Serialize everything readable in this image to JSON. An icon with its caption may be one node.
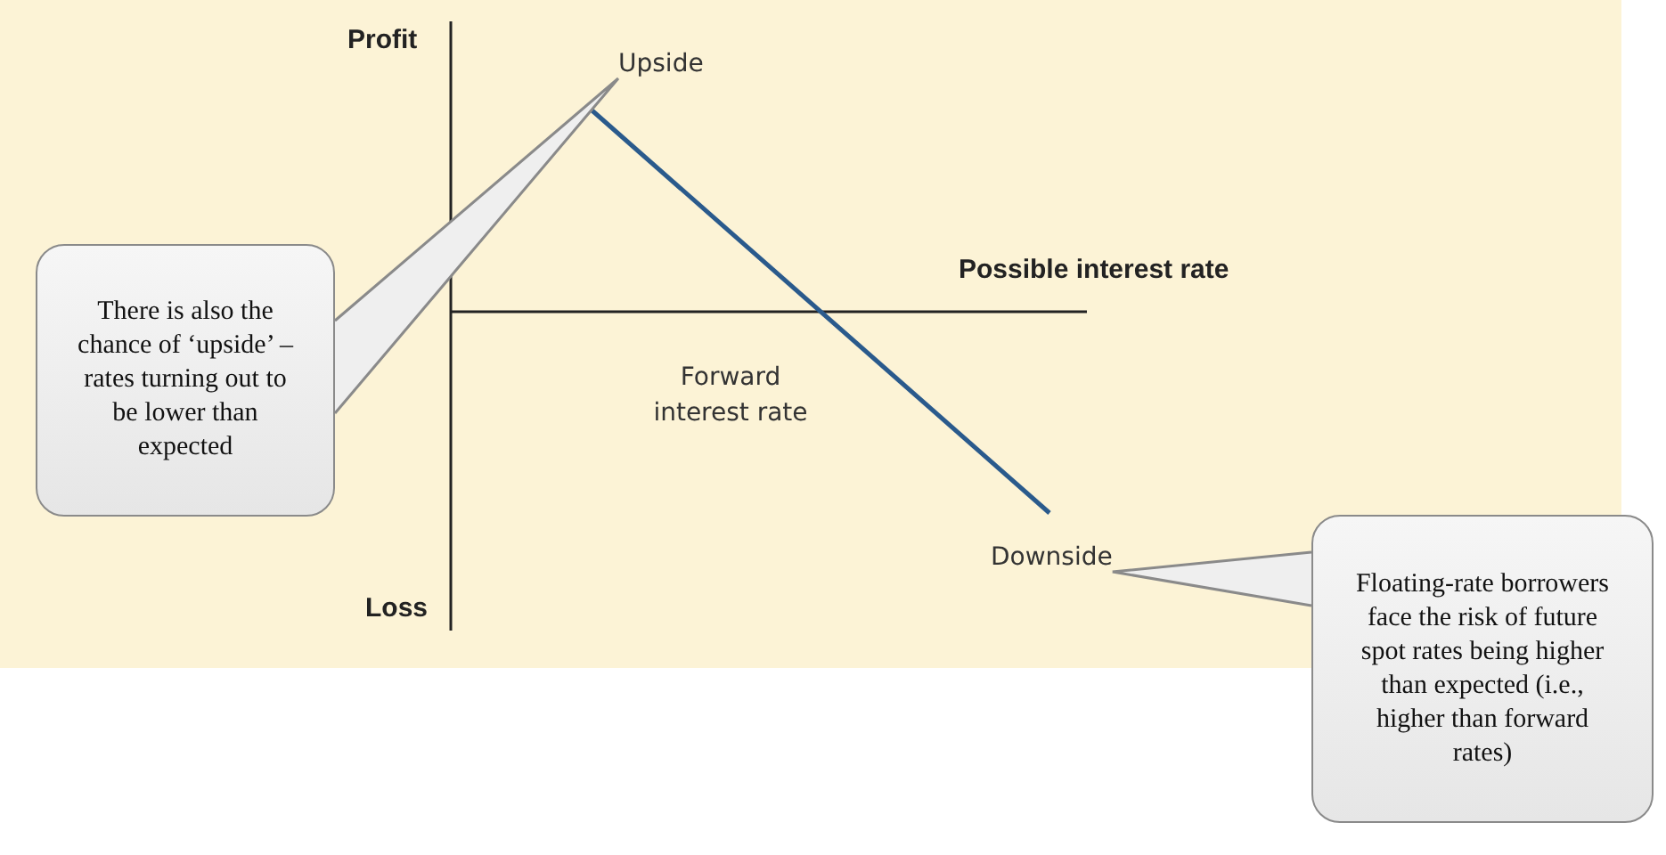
{
  "diagram": {
    "nodes": [
      {
        "text": [
          "There is also the chance of ‘upside’ – rates turning out to be lower than expected"
        ]
      },
      {
        "text": [
          "Floating-rate borrowers face the risk of future spot rates being higher than expected (i.e., higher than forward rates)"
        ]
      },
      {
        "text": [
          "Upside"
        ]
      },
      {
        "text": [
          "Downside"
        ]
      }
    ],
    "edges": [
      {
        "from": 0,
        "to": 2,
        "arrow": "none"
      },
      {
        "from": 1,
        "to": 3,
        "arrow": "none"
      }
    ],
    "labels": [
      "Profit",
      "Possible interest rate",
      "Forward interest rate",
      "Loss"
    ]
  }
}
